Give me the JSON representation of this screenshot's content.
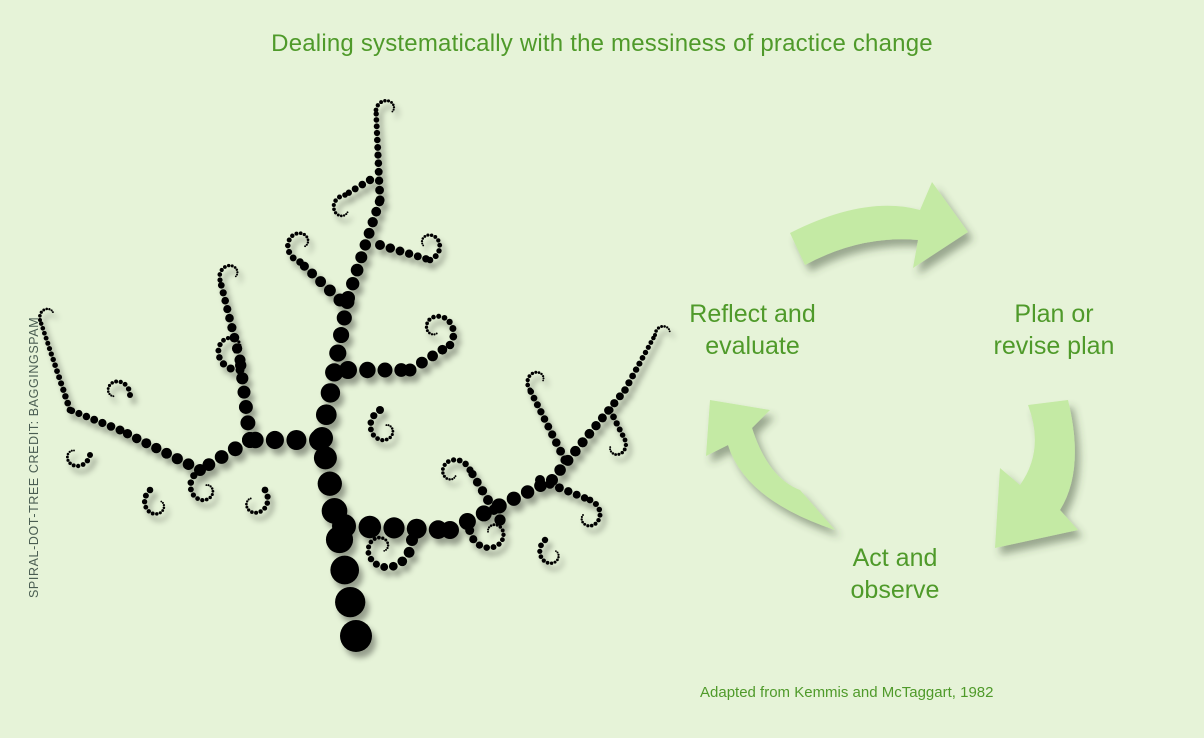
{
  "title": "Dealing systematically with the messiness of practice change",
  "credit": "SPIRAL-DOT-TREE CREDIT: BAGGINGSPAM",
  "cycle": {
    "steps": [
      {
        "line1": "Plan or",
        "line2": "revise plan"
      },
      {
        "line1": "Act and",
        "line2": "observe"
      },
      {
        "line1": "Reflect and",
        "line2": "evaluate"
      }
    ],
    "source": "Adapted from Kemmis and McTaggart, 1982"
  },
  "colors": {
    "background": "#e6f3d8",
    "text": "#4f9a2a",
    "arrow": "#c4eaa4",
    "tree": "#000000"
  },
  "illustration": "spiral-dot-tree"
}
